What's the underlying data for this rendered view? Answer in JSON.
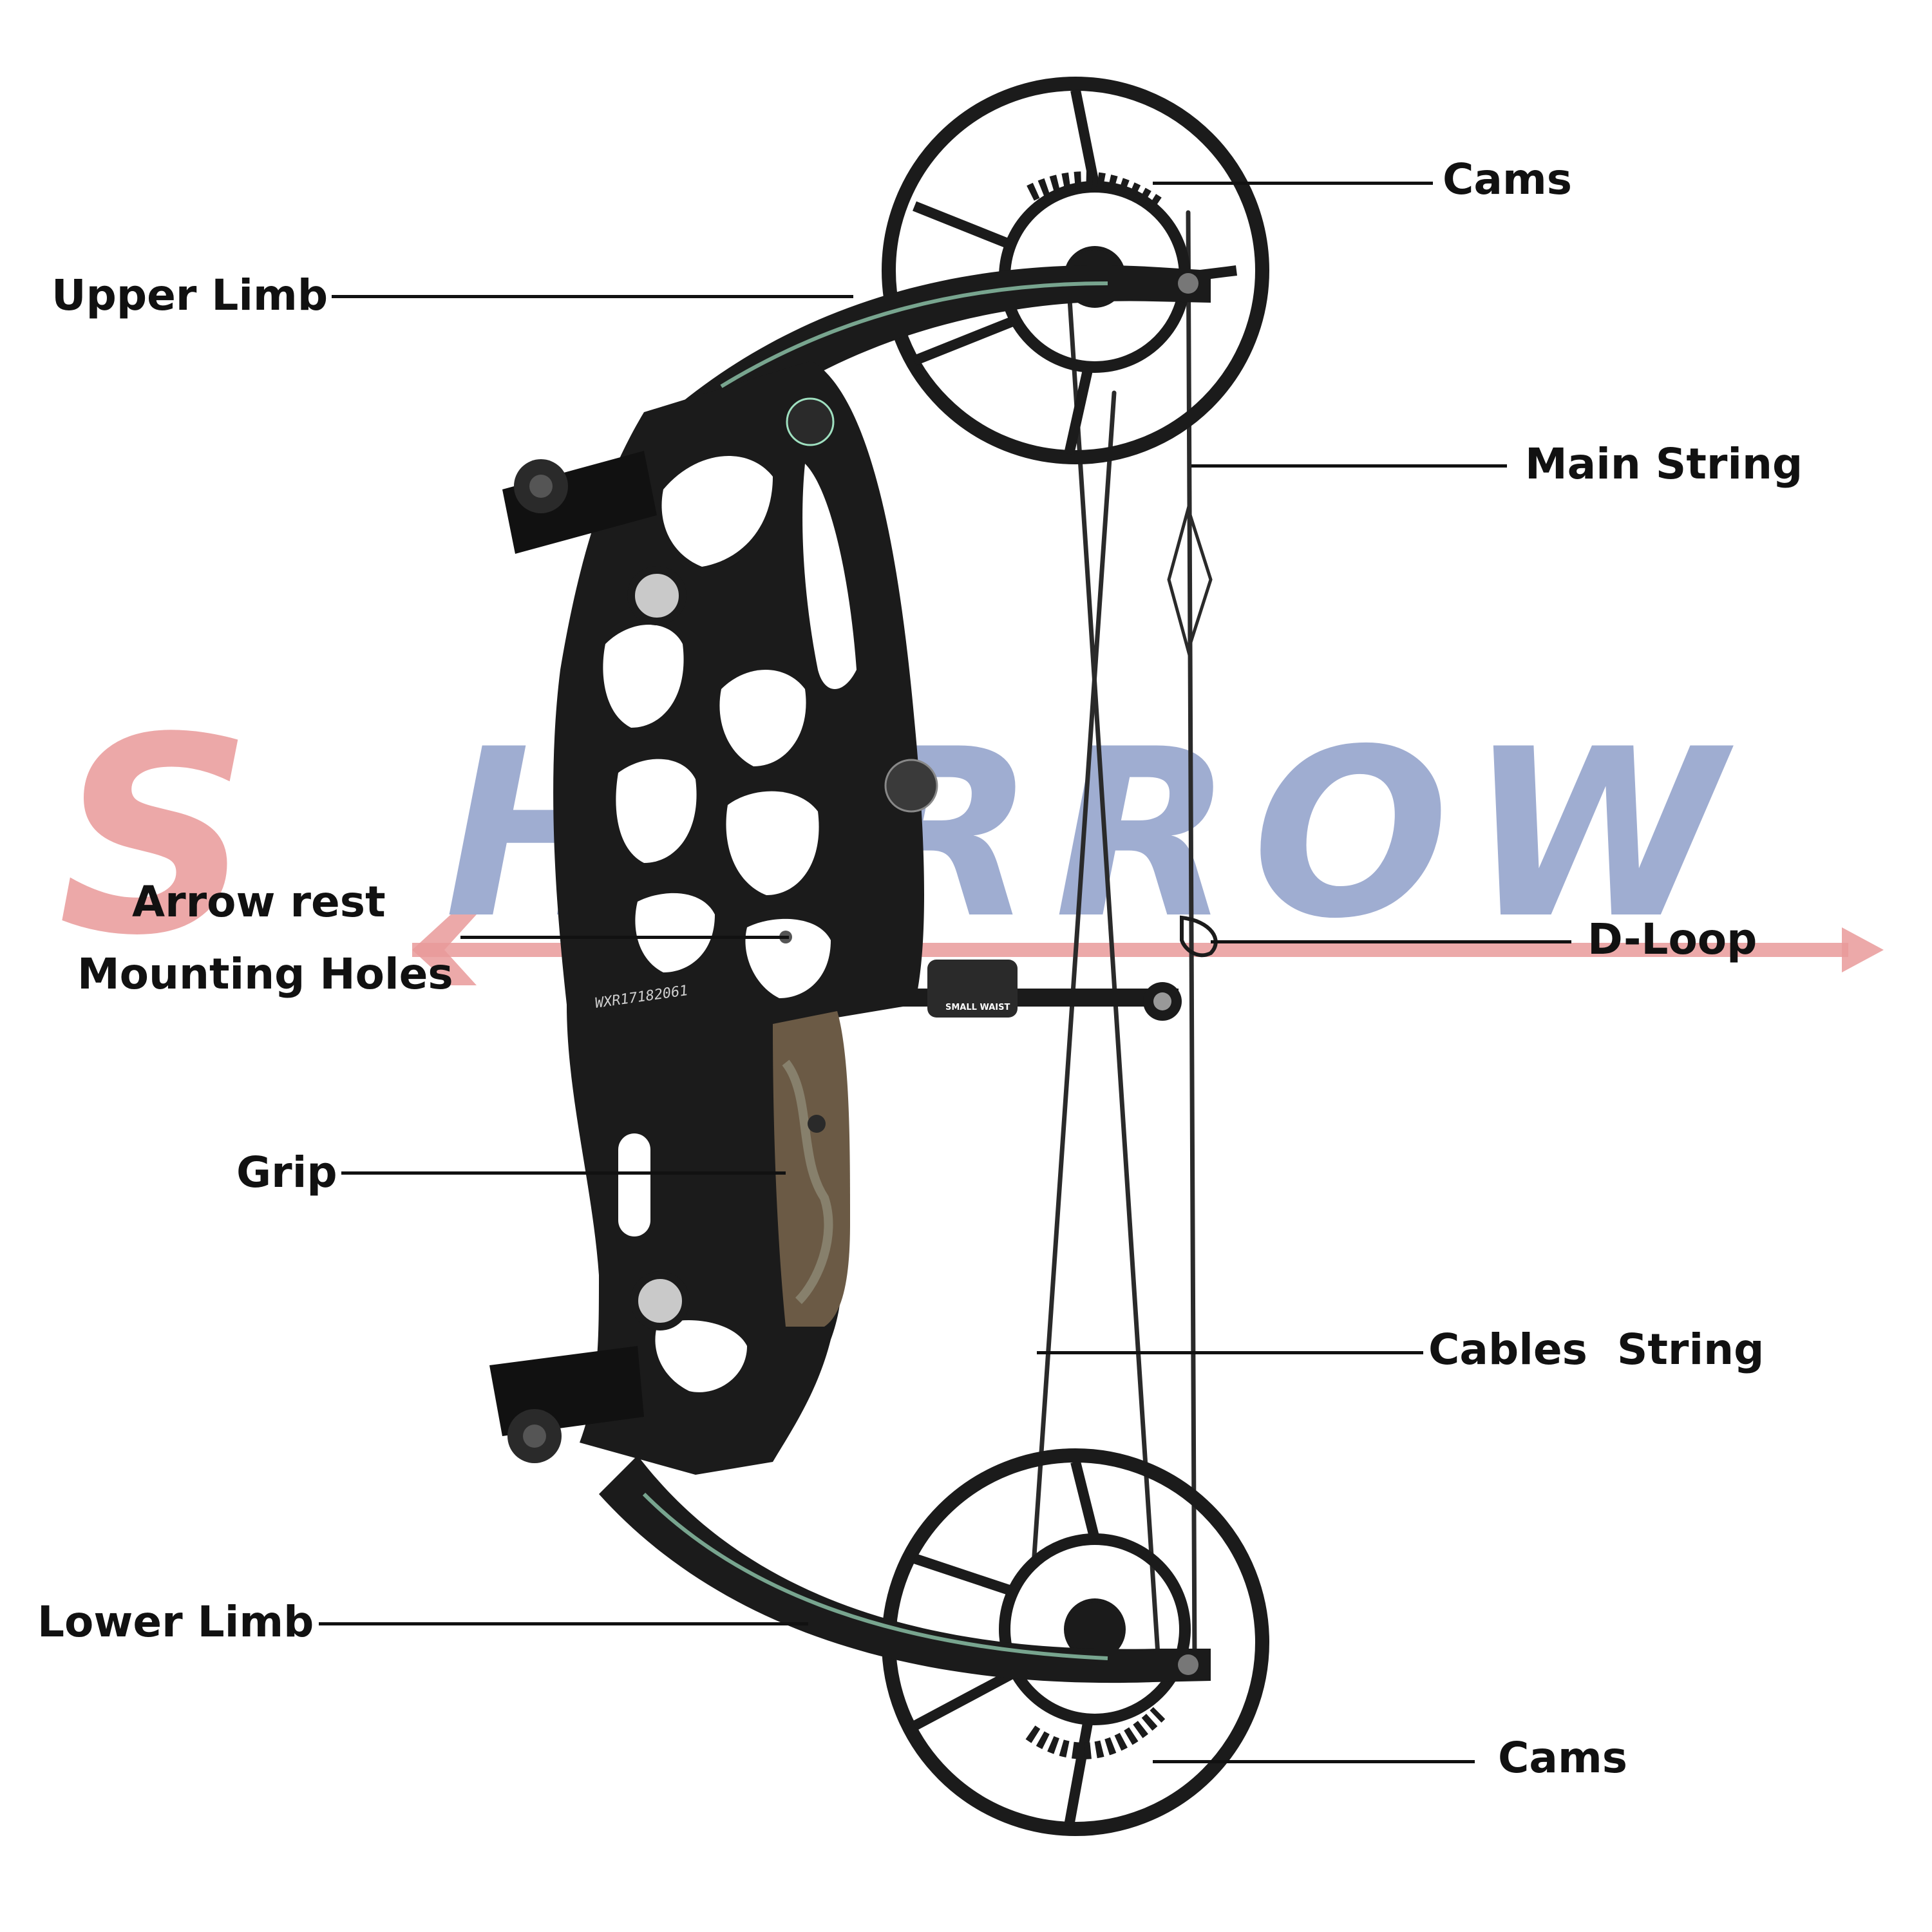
{
  "watermark": {
    "text": "SHARROW",
    "first_letter": "S",
    "rest": "HARROW",
    "color_first": "#e99a9a",
    "color_rest": "#8f9fc9",
    "arrow_color": "#e99a9a"
  },
  "labels": {
    "cams_top": "Cams",
    "upper_limb": "Upper Limb",
    "main_string": "Main String",
    "arrow_rest_line1": "Arrow rest",
    "arrow_rest_line2": "Mounting Holes",
    "d_loop": "D-Loop",
    "grip": "Grip",
    "cables_string": "Cables  String",
    "lower_limb": "Lower Limb",
    "cams_bottom": "Cams"
  },
  "decals": {
    "serial": "WXR17182061",
    "plate_brand": "SMALL WAIST"
  },
  "colors": {
    "bow": "#1b1b1b",
    "riser_highlight": "#3a3a3a",
    "string": "#2a2a2a",
    "grip_wood": "#6b5a45",
    "bushing": "#c9c9c9",
    "accent_green": "#9fe0c0",
    "text": "#111111"
  }
}
